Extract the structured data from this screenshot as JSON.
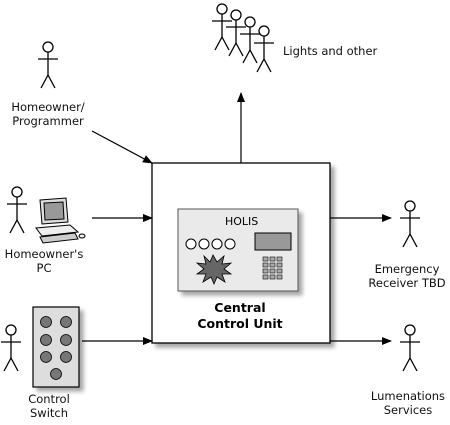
{
  "diagram": {
    "central_unit": {
      "label": "Central\nControl Unit",
      "panel_title": "HOLIS"
    },
    "actors": {
      "lights": "Lights and other",
      "programmer": "Homeowner/\nProgrammer",
      "pc": "Homeowner's\nPC",
      "control_switch": "Control\nSwitch",
      "emergency": "Emergency\nReceiver TBD",
      "lumenations": "Lumenations\nServices"
    }
  }
}
